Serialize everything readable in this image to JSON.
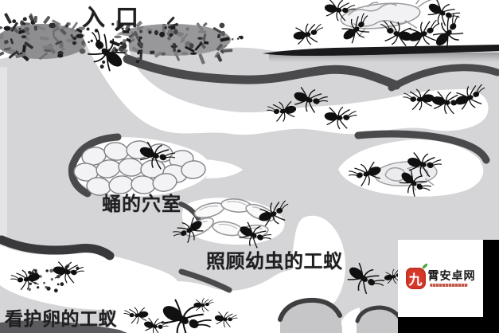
{
  "labels": {
    "entrance": "入口",
    "pupae_chamber": "蛹的穴室",
    "larvae_workers": "照顾幼虫的工蚁",
    "egg_workers": "看护卵的工蚁"
  },
  "watermark": {
    "seal_char": "九",
    "site_name": "霄安卓网"
  },
  "scene": {
    "type": "ant-nest-cross-section",
    "features": [
      "surface mound of debris with entrance hole",
      "worker ants carrying insect prey above ground",
      "tunnel gallery below surface with worker ants",
      "pupae chamber with cocoon pile",
      "chamber with larvae tended by worker ants",
      "chamber with egg pile guarded by worker ants",
      "food chamber with insect prey and workers",
      "large queen-sized ant in bottom gallery"
    ]
  },
  "colors": {
    "soil": "#d5d5d7",
    "tunnel": "#ffffff",
    "ribbon": "#4a4a4d",
    "surface_line": "#1a1a1c",
    "ant": "#101010",
    "seal_red": "#d6382a",
    "leaf_green": "#44a636",
    "label_text": "#1f1f21",
    "letterbox": "#000000"
  }
}
